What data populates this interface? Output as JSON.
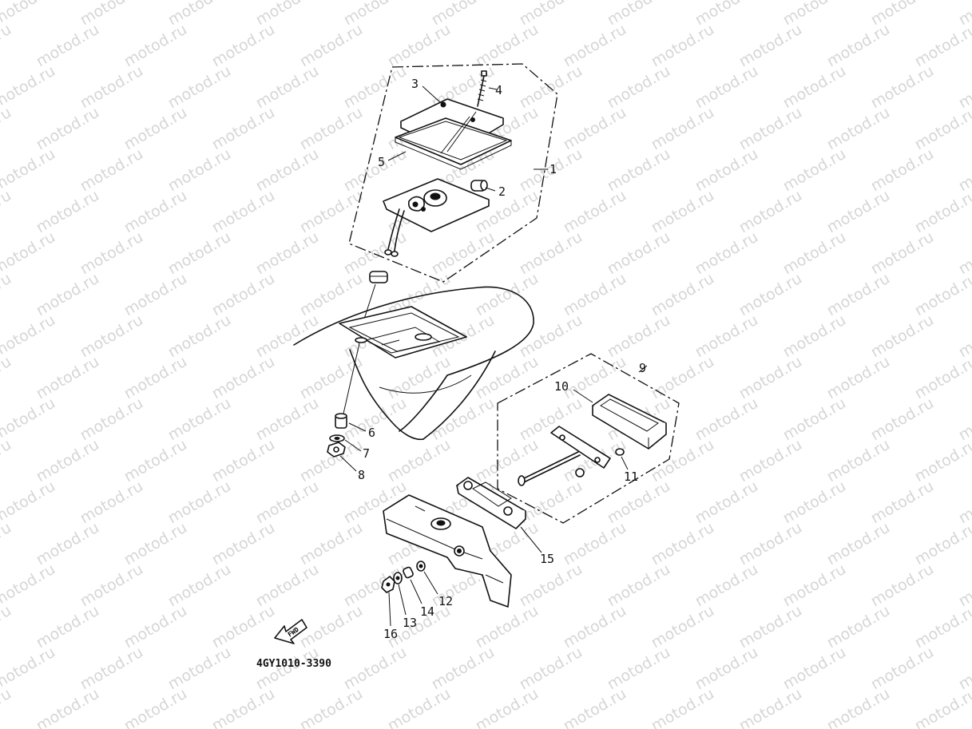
{
  "watermark": "motod.ru",
  "diagram_code": "4GY1010-3390",
  "fwd_arrow_label": "FWD",
  "callouts": {
    "c1": "1",
    "c2": "2",
    "c3": "3",
    "c4": "4",
    "c5": "5",
    "c6": "6",
    "c7": "7",
    "c8": "8",
    "c9": "9",
    "c10": "10",
    "c11": "11",
    "c12": "12",
    "c13": "13",
    "c14": "14",
    "c15": "15",
    "c16": "16"
  }
}
